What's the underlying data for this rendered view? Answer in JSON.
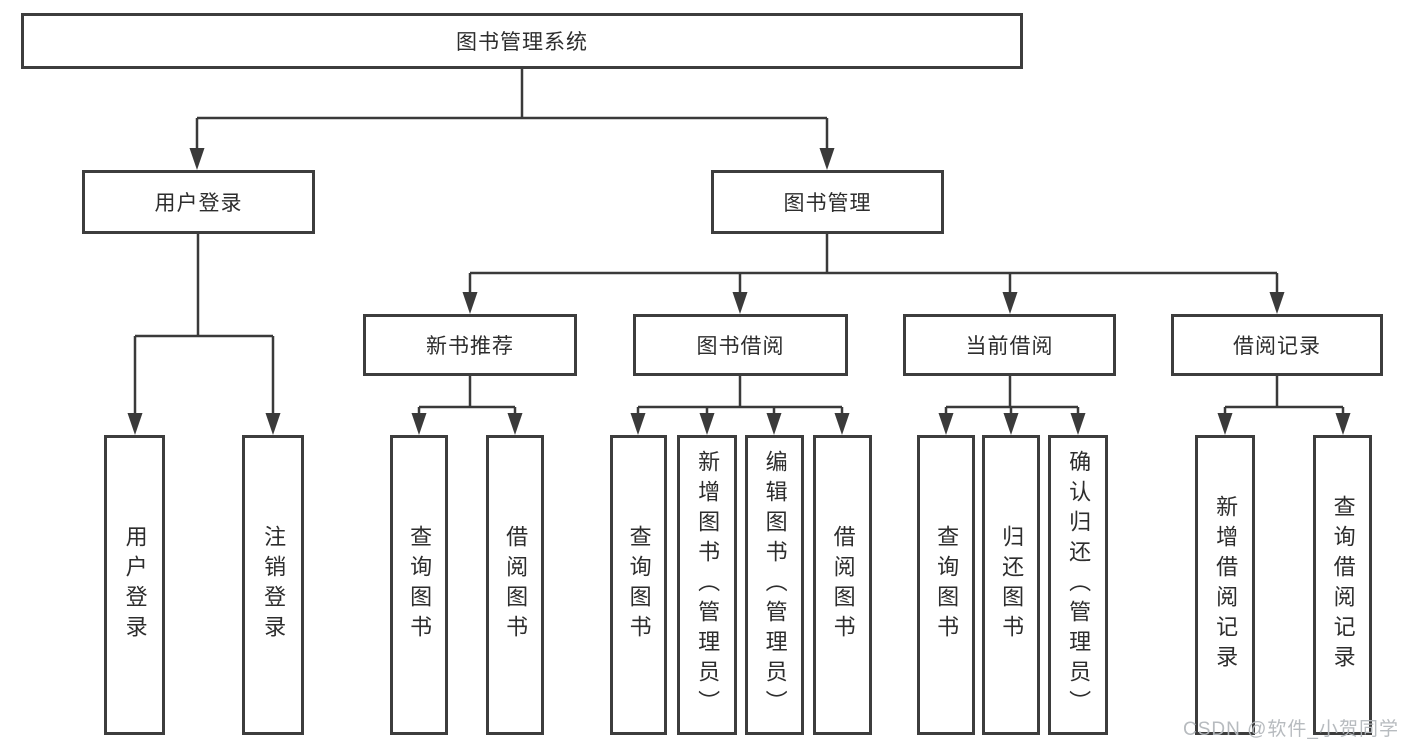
{
  "diagram": {
    "type": "hierarchy",
    "title": "图书管理系统",
    "watermark": "CSDN @软件_小贺同学",
    "colors": {
      "background": "#ffffff",
      "line": "#3a3a3a",
      "border": "#3d3d3d",
      "text": "#2d2d2d",
      "watermark": "#b4b8bc"
    },
    "nodes": {
      "root": {
        "label": "图书管理系统"
      },
      "login": {
        "label": "用户登录"
      },
      "manage": {
        "label": "图书管理"
      },
      "recommend": {
        "label": "新书推荐"
      },
      "borrow": {
        "label": "图书借阅"
      },
      "current": {
        "label": "当前借阅"
      },
      "records": {
        "label": "借阅记录"
      },
      "leaf_login": {
        "label": "用户登录"
      },
      "leaf_logout": {
        "label": "注销登录"
      },
      "rec_query": {
        "label": "查询图书"
      },
      "rec_borrow": {
        "label": "借阅图书"
      },
      "bor_query": {
        "label": "查询图书"
      },
      "bor_add": {
        "label": "新增图书（管理员）"
      },
      "bor_edit": {
        "label": "编辑图书（管理员）"
      },
      "bor_borrow": {
        "label": "借阅图书"
      },
      "cur_query": {
        "label": "查询图书"
      },
      "cur_return": {
        "label": "归还图书"
      },
      "cur_confirm": {
        "label": "确认归还（管理员）"
      },
      "recd_add": {
        "label": "新增借阅记录"
      },
      "recd_query": {
        "label": "查询借阅记录"
      }
    },
    "hierarchy": {
      "图书管理系统": [
        "用户登录",
        "图书管理"
      ],
      "用户登录": [
        "用户登录",
        "注销登录"
      ],
      "图书管理": [
        "新书推荐",
        "图书借阅",
        "当前借阅",
        "借阅记录"
      ],
      "新书推荐": [
        "查询图书",
        "借阅图书"
      ],
      "图书借阅": [
        "查询图书",
        "新增图书（管理员）",
        "编辑图书（管理员）",
        "借阅图书"
      ],
      "当前借阅": [
        "查询图书",
        "归还图书",
        "确认归还（管理员）"
      ],
      "借阅记录": [
        "新增借阅记录",
        "查询借阅记录"
      ]
    }
  }
}
